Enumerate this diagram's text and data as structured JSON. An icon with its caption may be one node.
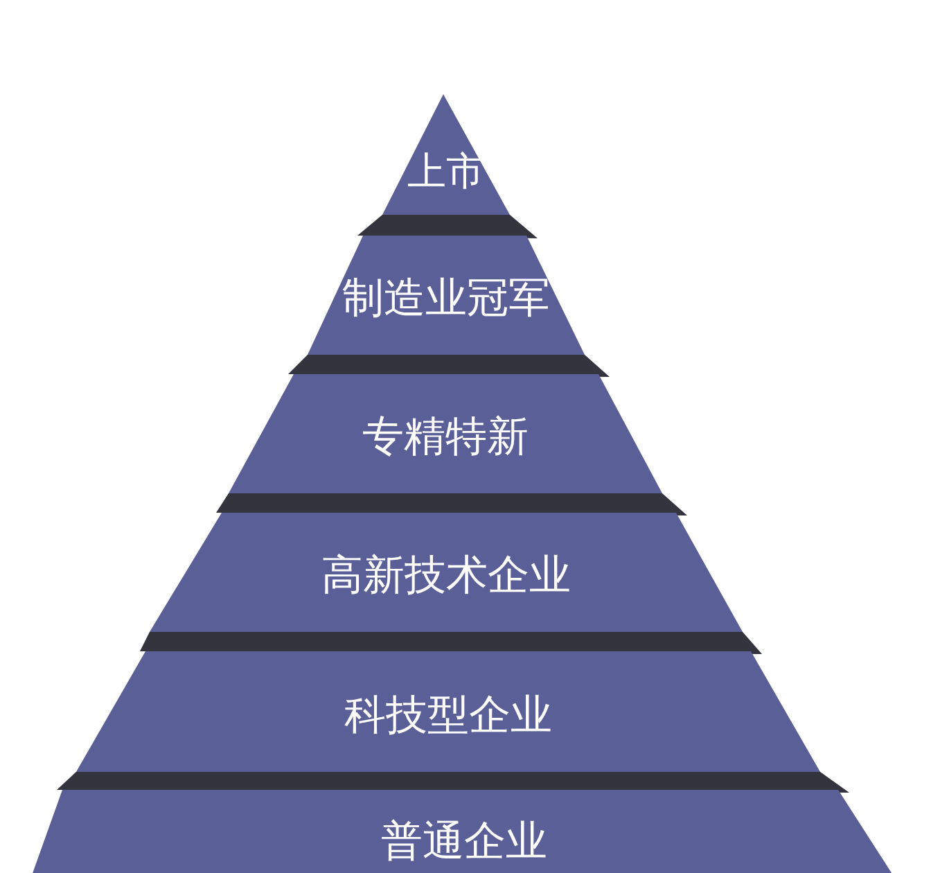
{
  "diagram": {
    "nodes": [
      {
        "text": [
          "上市"
        ]
      },
      {
        "text": [
          "制造业冠军"
        ]
      },
      {
        "text": [
          "专精特新"
        ]
      },
      {
        "text": [
          "高新技术企业"
        ]
      },
      {
        "text": [
          "科技型企业"
        ]
      },
      {
        "text": [
          "普通企业"
        ]
      }
    ],
    "edges": []
  }
}
